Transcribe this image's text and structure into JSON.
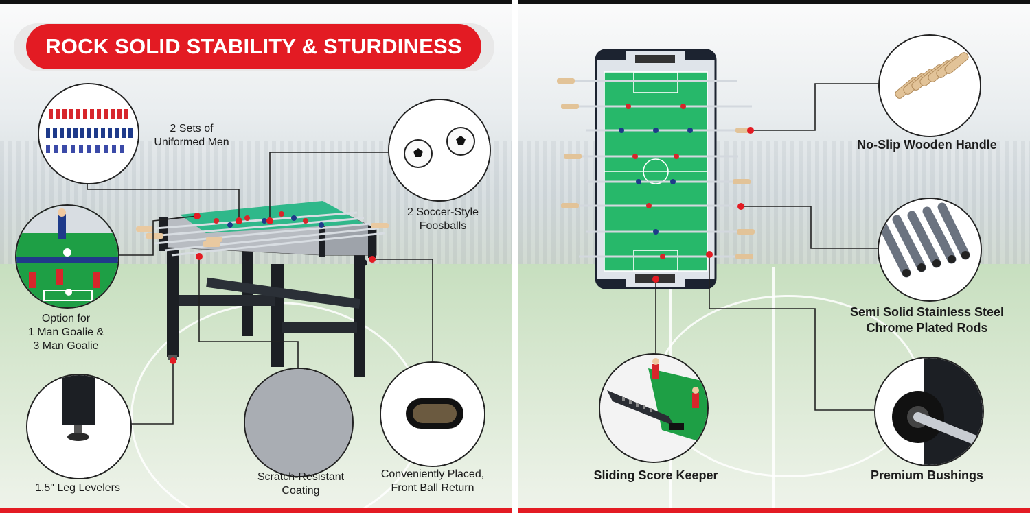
{
  "left": {
    "banner": "ROCK SOLID STABILITY & STURDINESS",
    "labels": {
      "uniformed_men_line1": "2 Sets of",
      "uniformed_men_line2": "Uniformed Men",
      "foosballs_line1": "2 Soccer-Style",
      "foosballs_line2": "Foosballs",
      "goalie_line1": "Option for",
      "goalie_line2": "1 Man Goalie &",
      "goalie_line3": "3 Man Goalie",
      "leg_levelers": "1.5\" Leg Levelers",
      "coating_line1": "Scratch-Resistant",
      "coating_line2": "Coating",
      "ball_return_line1": "Conveniently Placed,",
      "ball_return_line2": "Front Ball Return"
    }
  },
  "right": {
    "labels": {
      "wooden_handle": "No-Slip Wooden Handle",
      "rods_line1": "Semi Solid Stainless Steel",
      "rods_line2": "Chrome Plated Rods",
      "score_keeper": "Sliding Score Keeper",
      "bushings": "Premium Bushings"
    }
  },
  "colors": {
    "accent_red": "#e31b23",
    "field_green": "#27b86a",
    "table_gray": "#c9ccd0",
    "leg_black": "#1c1f24"
  },
  "icons": [
    "foosball-table-icon",
    "foosball-icon",
    "wooden-handle-icon",
    "chrome-rod-icon",
    "bushing-icon",
    "score-keeper-icon",
    "leg-leveler-icon",
    "ball-return-icon"
  ]
}
